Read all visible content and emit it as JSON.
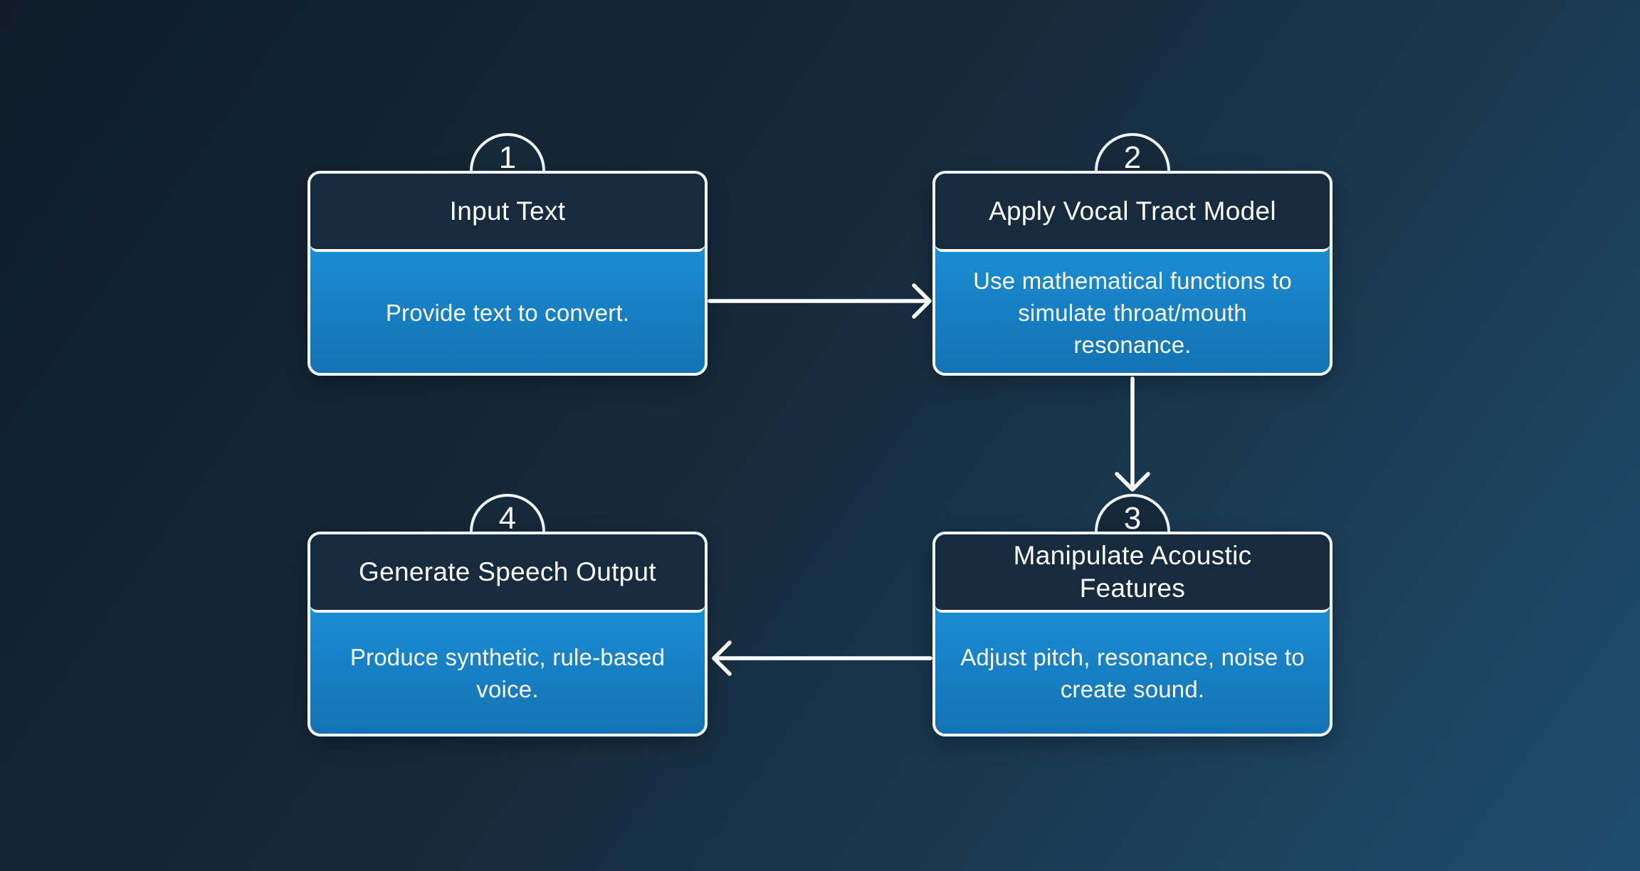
{
  "diagram_type": "numbered-step-flowchart",
  "steps": [
    {
      "number": "1",
      "title": "Input Text",
      "title_lines": [
        "Input Text"
      ],
      "description": "Provide text to convert.",
      "desc_lines": [
        "Provide text to convert."
      ]
    },
    {
      "number": "2",
      "title": "Apply Vocal Tract Model",
      "title_lines": [
        "Apply Vocal Tract Model"
      ],
      "description": "Use mathematical functions to simulate throat/mouth resonance.",
      "desc_lines": [
        "Use mathematical functions to",
        "simulate throat/mouth",
        "resonance."
      ]
    },
    {
      "number": "3",
      "title": "Manipulate Acoustic Features",
      "title_lines": [
        "Manipulate Acoustic",
        "Features"
      ],
      "description": "Adjust pitch, resonance, noise to create sound.",
      "desc_lines": [
        "Adjust pitch, resonance, noise to",
        "create sound."
      ]
    },
    {
      "number": "4",
      "title": "Generate Speech Output",
      "title_lines": [
        "Generate Speech Output"
      ],
      "description": "Produce synthetic, rule-based voice.",
      "desc_lines": [
        "Produce synthetic, rule-based",
        "voice."
      ]
    }
  ],
  "arrows": [
    {
      "from_step": "1",
      "to_step": "2",
      "direction": "right"
    },
    {
      "from_step": "2",
      "to_step": "3",
      "direction": "down"
    },
    {
      "from_step": "3",
      "to_step": "4",
      "direction": "left"
    }
  ],
  "colors": {
    "background_gradient_start": "#101d29",
    "background_gradient_end": "#1e4d6e",
    "card_header_fill": "#162c3e",
    "card_body_gradient_top": "#1f9ce5",
    "card_body_gradient_bottom": "#1372b4",
    "badge_fill": "#15293a",
    "border": "#f3f7fa",
    "arrow": "#ffffff",
    "text": "#ffffff"
  }
}
